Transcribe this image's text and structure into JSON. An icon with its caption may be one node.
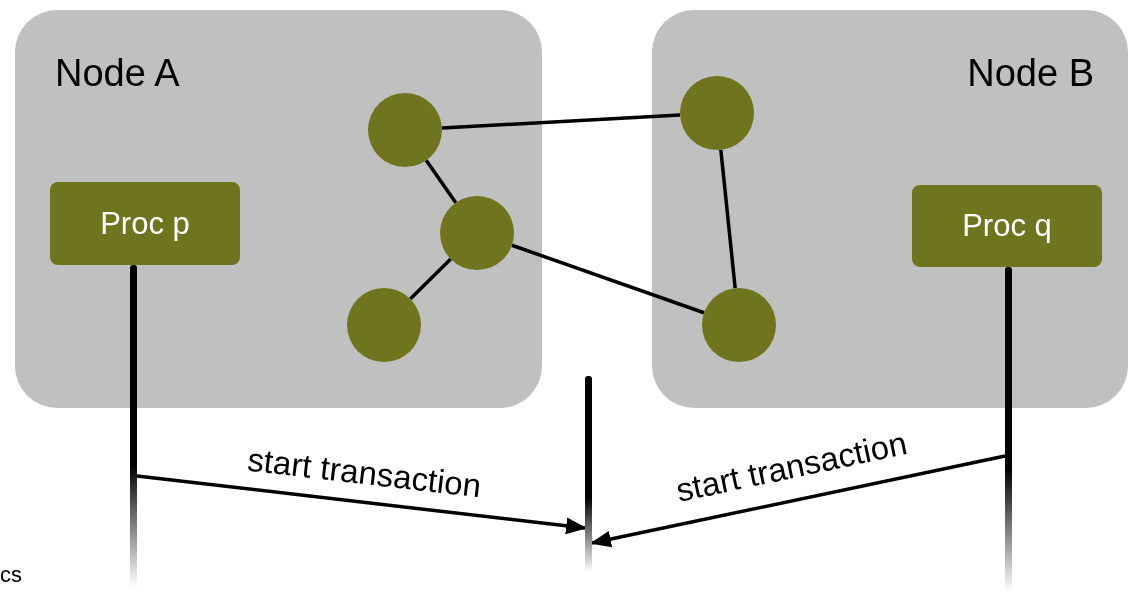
{
  "diagram": {
    "nodes": [
      {
        "text": [
          "Node A"
        ]
      },
      {
        "text": [
          "Proc p"
        ],
        "in": 0
      },
      {
        "text": [],
        "shape": "circle",
        "in": 0
      },
      {
        "text": [],
        "shape": "circle",
        "in": 0
      },
      {
        "text": [],
        "shape": "circle",
        "in": 0
      },
      {
        "text": [
          "Node B"
        ]
      },
      {
        "text": [],
        "shape": "circle",
        "in": 5
      },
      {
        "text": [],
        "shape": "circle",
        "in": 5
      },
      {
        "text": [
          "Proc q"
        ],
        "in": 5
      },
      {
        "text": [],
        "shape": "bar"
      },
      {
        "text": [],
        "shape": "bar"
      },
      {
        "text": [],
        "shape": "bar"
      }
    ],
    "edges": [
      {
        "from": 2,
        "to": 6,
        "arrow": "none"
      },
      {
        "from": 2,
        "to": 3,
        "arrow": "none"
      },
      {
        "from": 3,
        "to": 4,
        "arrow": "none"
      },
      {
        "from": 3,
        "to": 7,
        "arrow": "none"
      },
      {
        "from": 6,
        "to": 7,
        "arrow": "none"
      },
      {
        "from": 9,
        "to": 10,
        "arrow": "to",
        "label": "start transaction"
      },
      {
        "from": 11,
        "to": 10,
        "arrow": "to",
        "label": "start transaction"
      }
    ],
    "labels": [
      "cs"
    ]
  }
}
